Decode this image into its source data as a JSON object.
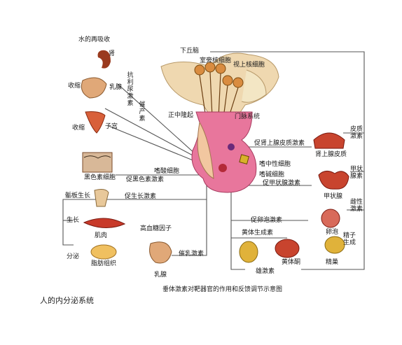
{
  "title": "人的内分泌系统",
  "caption": "垂体激素对靶器官的作用和反馈调节示意图",
  "labels": {
    "hypothalamus": "下丘脑",
    "paraventricular": "室旁核细胞",
    "supraoptic": "视上核细胞",
    "median_eminence": "正中隆起",
    "portal": "门脉系统",
    "kidney_absorb": "水的再吸收",
    "kidney": "肾",
    "contract_breast": "收缩",
    "mammary": "乳腺",
    "contract_uterus": "收缩",
    "uterus": "子宫",
    "antidiuretic": "抗利尿激素",
    "oxytocin": "催产素",
    "acidophil": "嗜酸细胞",
    "chromophobe": "嗜中性细胞",
    "basophil": "嗜碱细胞",
    "melanocyte": "黑色素细胞",
    "msh": "促黑色素激素",
    "acth": "促肾上腺皮质激素",
    "adrenal_cortex": "肾上腺皮质",
    "cortical_hormone": "皮质激素",
    "tsh": "促甲状腺激素",
    "thyroid": "甲状腺",
    "thyroxine": "甲状腺素",
    "fsh": "促卵泡激素",
    "follicle": "卵泡",
    "estrogen": "雌性激素",
    "lh": "黄体生成素",
    "sperm_gen": "精子生成",
    "testis": "精巢",
    "corpus_luteum": "黄体酮",
    "ovarian_hormone": "雄激素",
    "gh": "促生长激素",
    "bone_growth": "骺板生长",
    "growth": "生长",
    "muscle": "肌肉",
    "somatomedin": "高血糖因子",
    "secretion": "分泌",
    "adipose": "脂肪组织",
    "prolactin": "催乳激素",
    "breast": "乳腺"
  },
  "colors": {
    "line": "#4a4a4a",
    "pituitary": "#e8769c",
    "brain": "#efd8b0",
    "organ_red": "#c8442e",
    "yellow": "#e0b23a"
  }
}
